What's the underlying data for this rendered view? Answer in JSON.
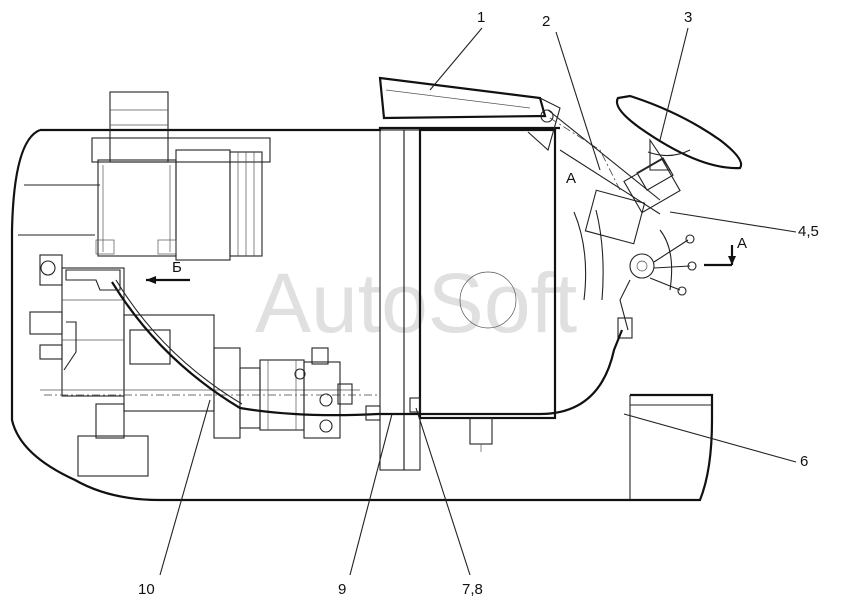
{
  "callouts": {
    "c1": "1",
    "c2": "2",
    "c3": "3",
    "c45": "4,5",
    "c6": "6",
    "c78": "7,8",
    "c9": "9",
    "c10": "10"
  },
  "view_labels": {
    "a_main": "А",
    "a_small": "А",
    "b": "Б"
  },
  "watermark": "AutoSoft"
}
